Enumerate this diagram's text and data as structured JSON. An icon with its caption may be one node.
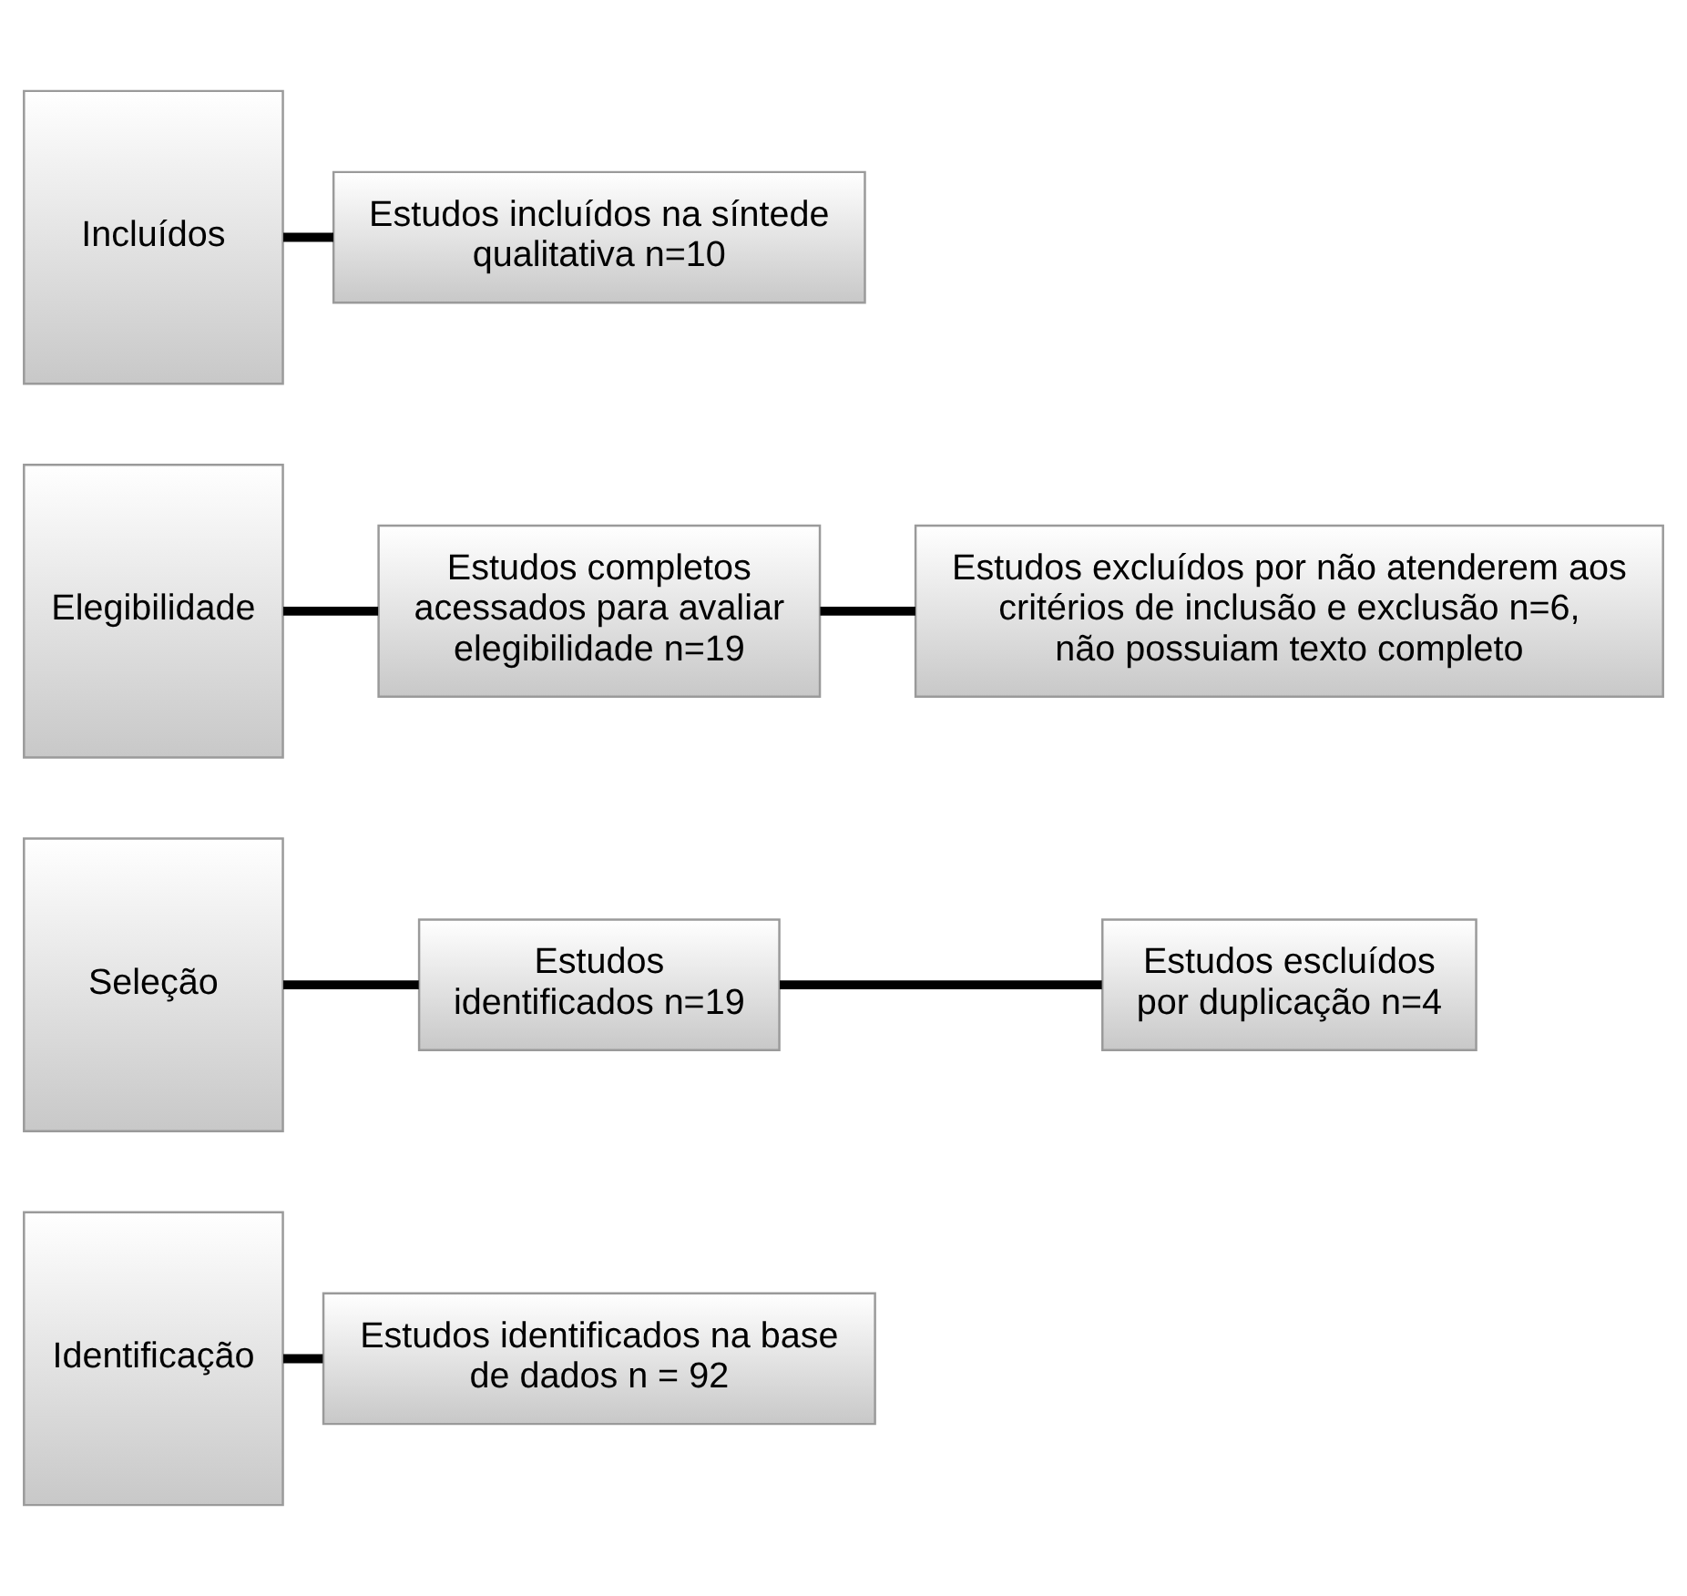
{
  "diagram": {
    "nodes": [
      {
        "text": [
          "Identificação"
        ]
      },
      {
        "text": [
          "Estudos identificados na base de dados n = 92"
        ]
      },
      {
        "text": [
          "Seleção"
        ]
      },
      {
        "text": [
          "Estudos identificados n=19"
        ]
      },
      {
        "text": [
          "Estudos escluídos por duplicação n=4"
        ]
      },
      {
        "text": [
          "Elegibilidade"
        ]
      },
      {
        "text": [
          "Estudos completos acessados para avaliar elegibilidade n=19"
        ]
      },
      {
        "text": [
          "Estudos excluídos por não atenderem aos critérios de inclusão e exclusão n=6, não possuiam texto completo"
        ]
      },
      {
        "text": [
          "Incluídos"
        ]
      },
      {
        "text": [
          "Estudos incluídos na síntede qualitativa n=10"
        ]
      }
    ],
    "edges": [
      {
        "from": 0,
        "to": 1,
        "arrow": "none"
      },
      {
        "from": 2,
        "to": 3,
        "arrow": "none"
      },
      {
        "from": 3,
        "to": 4,
        "arrow": "none"
      },
      {
        "from": 5,
        "to": 6,
        "arrow": "none"
      },
      {
        "from": 6,
        "to": 7,
        "arrow": "none"
      },
      {
        "from": 8,
        "to": 9,
        "arrow": "none"
      }
    ]
  }
}
